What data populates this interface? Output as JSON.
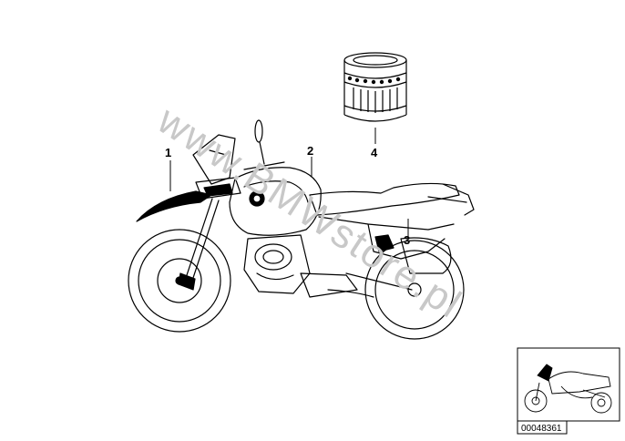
{
  "watermark": "www.BMWstore.pl",
  "callouts": {
    "c1": "1",
    "c2": "2",
    "c3": "3",
    "c4": "4"
  },
  "reference_code": "00048361",
  "colors": {
    "line": "#000000",
    "watermark": "#c8c8c8",
    "background": "#ffffff"
  }
}
